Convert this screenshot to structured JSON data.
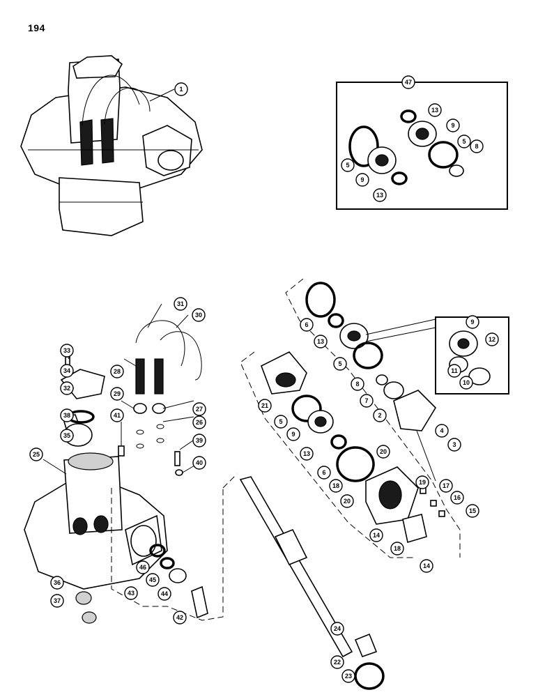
{
  "page": {
    "number": "194"
  },
  "kit": {
    "number": "47"
  },
  "callouts": {
    "c1": "1",
    "c2": "2",
    "c3": "3",
    "c4": "4",
    "c5": "5",
    "c6": "6",
    "c7": "7",
    "c8": "8",
    "c9": "9",
    "c10": "10",
    "c11": "11",
    "c12": "12",
    "c13": "13",
    "c14": "14",
    "c15": "15",
    "c16": "16",
    "c17": "17",
    "c18": "18",
    "c19": "19",
    "c20": "20",
    "c21": "21",
    "c22": "22",
    "c23": "23",
    "c24": "24",
    "c25": "25",
    "c26": "26",
    "c27": "27",
    "c28": "28",
    "c29": "29",
    "c30": "30",
    "c31": "31",
    "c32": "32",
    "c33": "33",
    "c34": "34",
    "c35": "35",
    "c36": "36",
    "c37": "37",
    "c38": "38",
    "c39": "39",
    "c40": "40",
    "c41": "41",
    "c42": "42",
    "c43": "43",
    "c44": "44",
    "c45": "45",
    "c46": "46",
    "c47": "47"
  }
}
